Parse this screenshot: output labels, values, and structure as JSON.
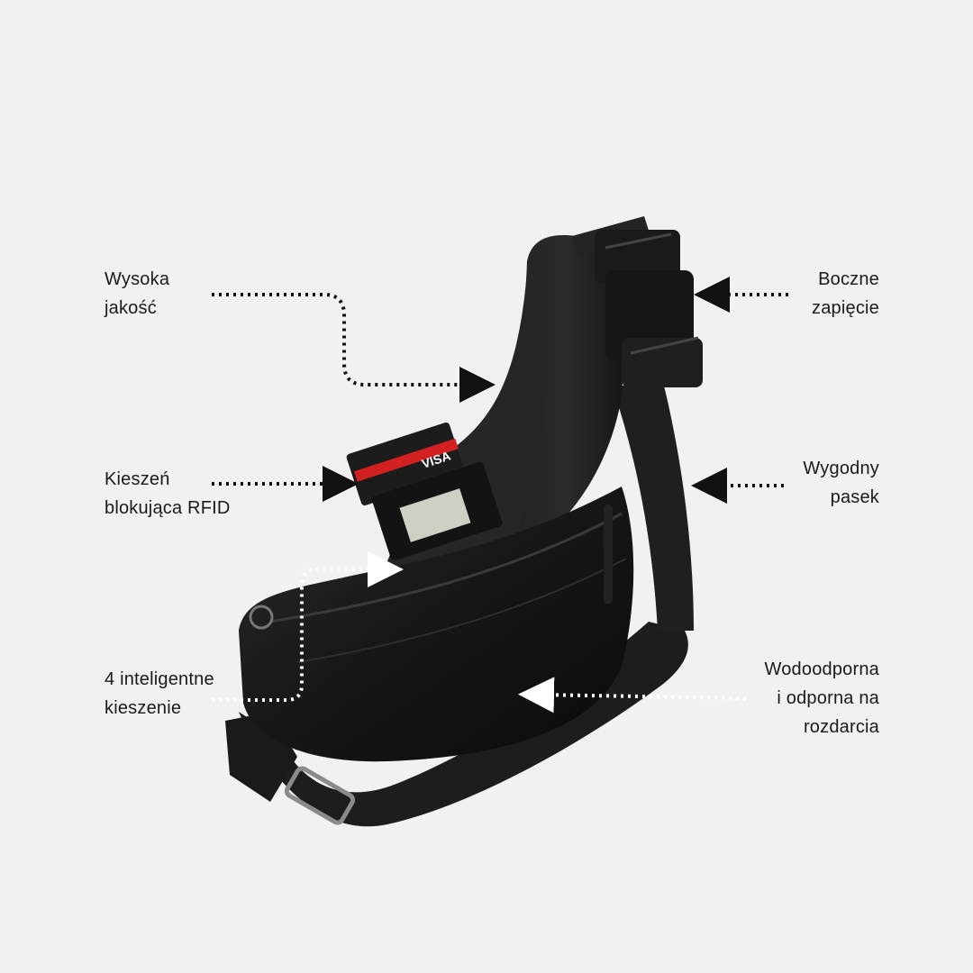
{
  "features": {
    "quality": {
      "line1": "Wysoka",
      "line2": "jakość"
    },
    "buckle": {
      "line1": "Boczne",
      "line2": "zapięcie"
    },
    "rfid": {
      "line1": "Kieszeń",
      "line2": "blokująca RFID"
    },
    "strap": {
      "line1": "Wygodny",
      "line2": "pasek"
    },
    "pockets": {
      "line1": "4 inteligentne",
      "line2": "kieszenie"
    },
    "waterproof": {
      "line1": "Wodoodporna",
      "line2": "i odporna na",
      "line3": "rozdarcia"
    }
  },
  "card": {
    "brand": "VISA"
  },
  "product_image": {
    "subject": "black sling crossbody bag",
    "color": "#111111"
  },
  "colors": {
    "background": "#f1f1f1",
    "text": "#1a1a1a",
    "arrow": "#111111",
    "arrow_light": "#ffffff"
  }
}
